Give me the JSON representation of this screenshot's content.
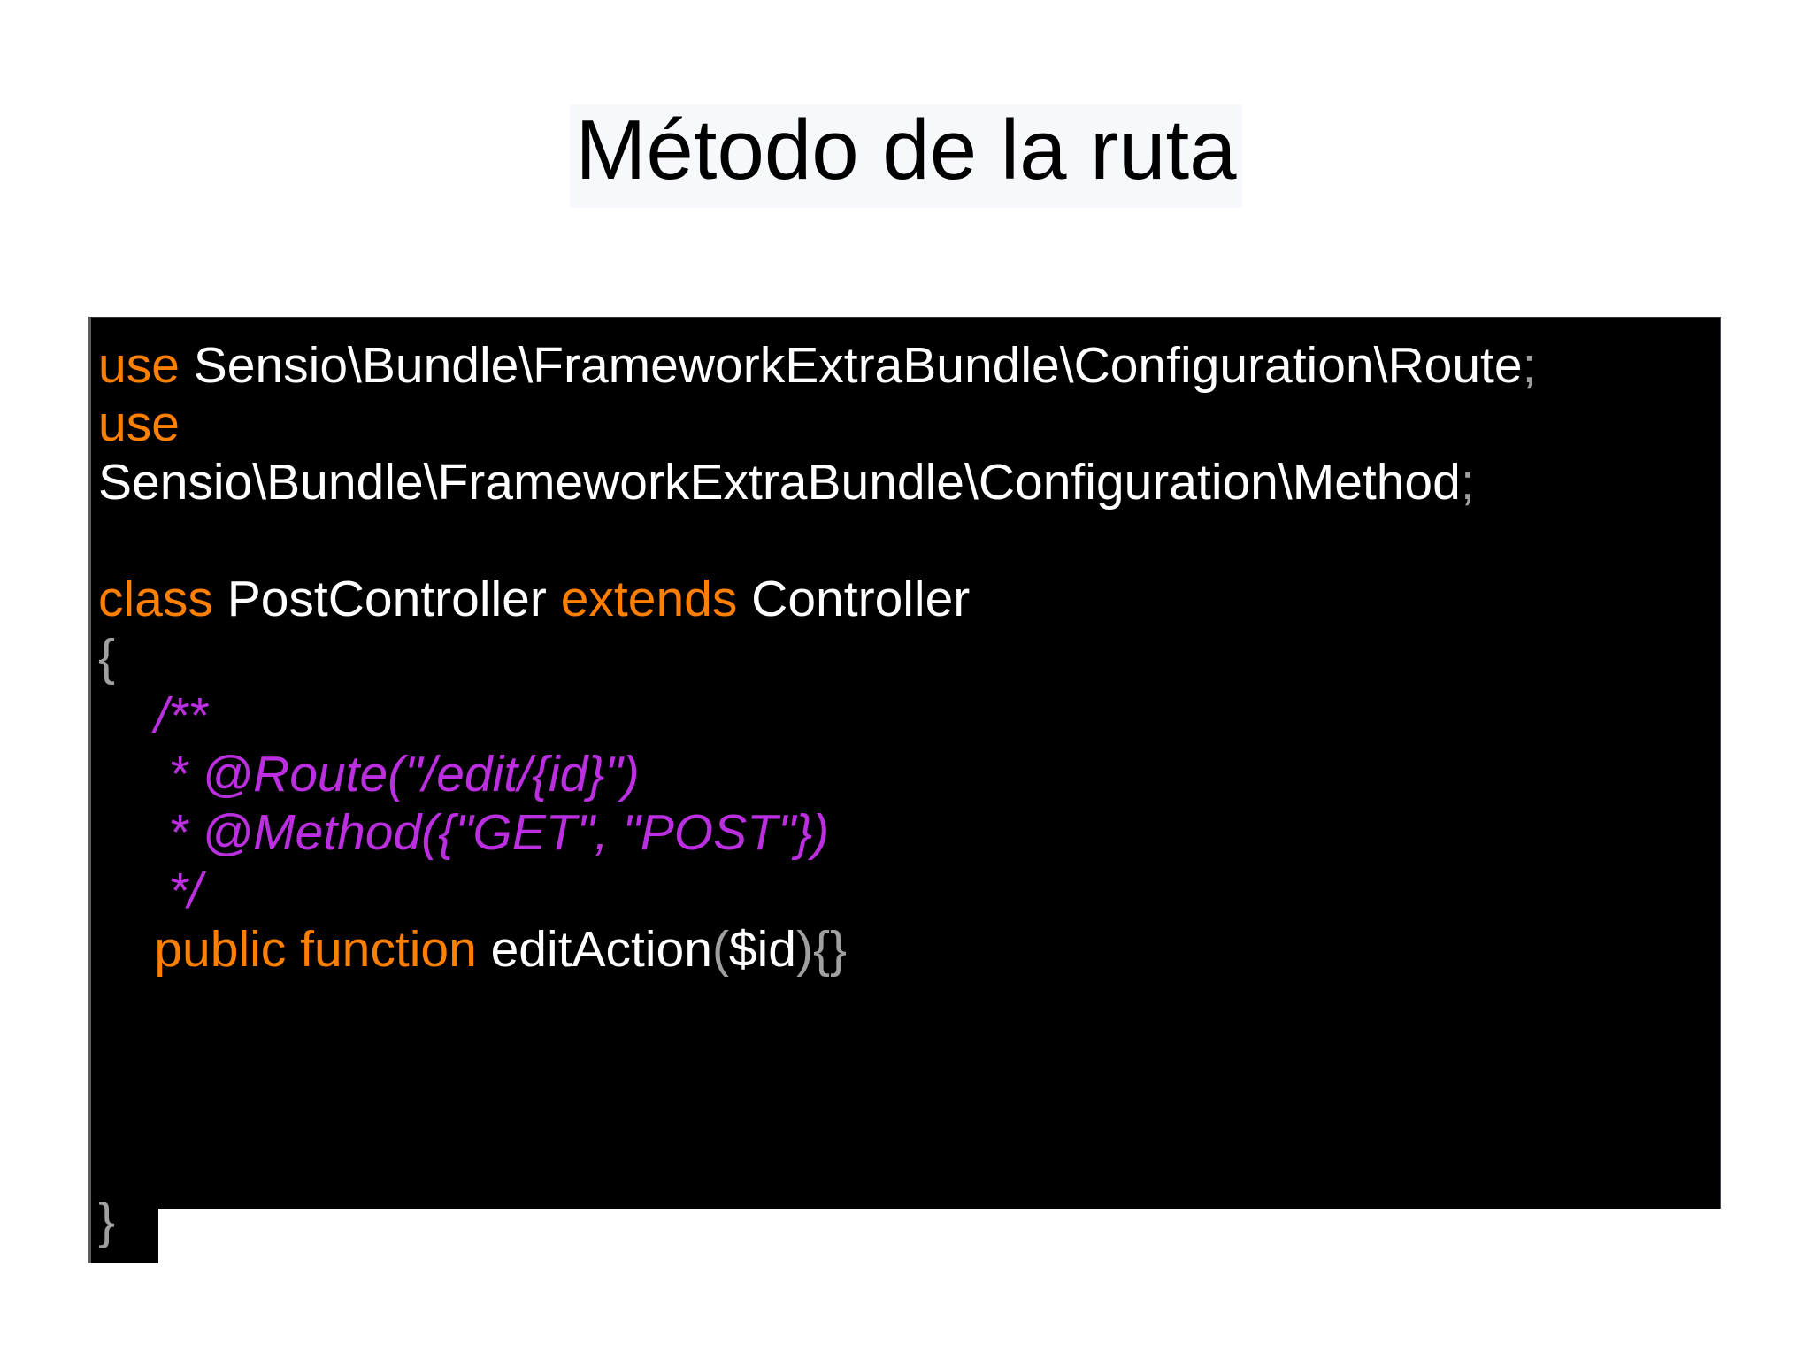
{
  "slide": {
    "title": "Método de la ruta",
    "background_color": "#ffffff",
    "title_highlight_color": "#f7f8fc",
    "title_text_color": "#000000"
  },
  "code_block": {
    "background_color": "#000000",
    "colors": {
      "keyword": "#ff8000",
      "identifier": "#ffffff",
      "punctuation": "#a0a0a0",
      "comment": "#bb2fe0"
    },
    "language": "php",
    "lines": [
      {
        "id": "line-use-route",
        "tokens": [
          {
            "text": "use",
            "kind": "keyword"
          },
          {
            "text": " Sensio\\Bundle\\FrameworkExtraBundle\\Configuration\\Route",
            "kind": "identifier"
          },
          {
            "text": ";",
            "kind": "punctuation"
          }
        ]
      },
      {
        "id": "line-use-keyword",
        "tokens": [
          {
            "text": "use",
            "kind": "keyword"
          }
        ]
      },
      {
        "id": "line-use-method",
        "tokens": [
          {
            "text": "Sensio\\Bundle\\FrameworkExtraBundle\\Configuration\\Method",
            "kind": "identifier"
          },
          {
            "text": ";",
            "kind": "punctuation"
          }
        ]
      },
      {
        "id": "line-blank-1",
        "tokens": []
      },
      {
        "id": "line-class-decl",
        "tokens": [
          {
            "text": "class",
            "kind": "keyword"
          },
          {
            "text": " PostController ",
            "kind": "identifier"
          },
          {
            "text": "extends",
            "kind": "keyword"
          },
          {
            "text": " Controller",
            "kind": "identifier"
          }
        ]
      },
      {
        "id": "line-class-open-brace",
        "tokens": [
          {
            "text": "{",
            "kind": "punctuation"
          }
        ]
      },
      {
        "id": "line-docblock-open",
        "tokens": [
          {
            "text": "    /**",
            "kind": "comment"
          }
        ]
      },
      {
        "id": "line-annotation-route",
        "tokens": [
          {
            "text": "     * @Route(\"/edit/{id}\")",
            "kind": "comment"
          }
        ]
      },
      {
        "id": "line-annotation-method",
        "tokens": [
          {
            "text": "     * @Method({\"GET\", \"POST\"})",
            "kind": "comment"
          }
        ]
      },
      {
        "id": "line-docblock-close",
        "tokens": [
          {
            "text": "     */",
            "kind": "comment"
          }
        ]
      },
      {
        "id": "line-method-decl",
        "tokens": [
          {
            "text": "    ",
            "kind": "identifier"
          },
          {
            "text": "public function",
            "kind": "keyword"
          },
          {
            "text": " editAction",
            "kind": "identifier"
          },
          {
            "text": "(",
            "kind": "punctuation"
          },
          {
            "text": "$id",
            "kind": "identifier"
          },
          {
            "text": ")",
            "kind": "punctuation"
          },
          {
            "text": "{}",
            "kind": "punctuation"
          }
        ]
      }
    ],
    "trailing_line": {
      "id": "line-class-close-brace",
      "text": "}",
      "kind": "punctuation"
    }
  }
}
